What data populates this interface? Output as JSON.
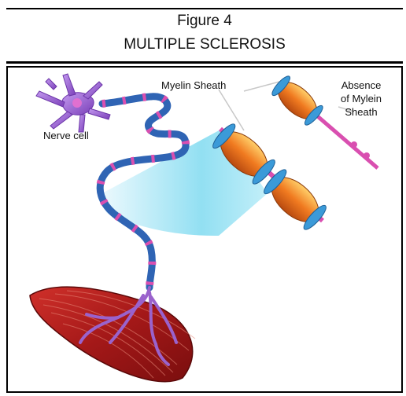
{
  "figure": {
    "number": "Figure 4",
    "title": "MULTIPLE SCLEROSIS"
  },
  "labels": {
    "nerve_cell": "Nerve cell",
    "myelin_sheath": "Myelin Sheath",
    "absence_line1": "Absence",
    "absence_line2": "of Mylein",
    "absence_line3": "Sheath"
  },
  "colors": {
    "axon": "#2f64b4",
    "node": "#d94fb0",
    "nerve_cell": "#9a62cc",
    "muscle": "#a81c1c",
    "zoom_cone": "#6fd6ee",
    "myelin_orange": "#f08a25",
    "myelin_blue": "#3b9ad8"
  }
}
